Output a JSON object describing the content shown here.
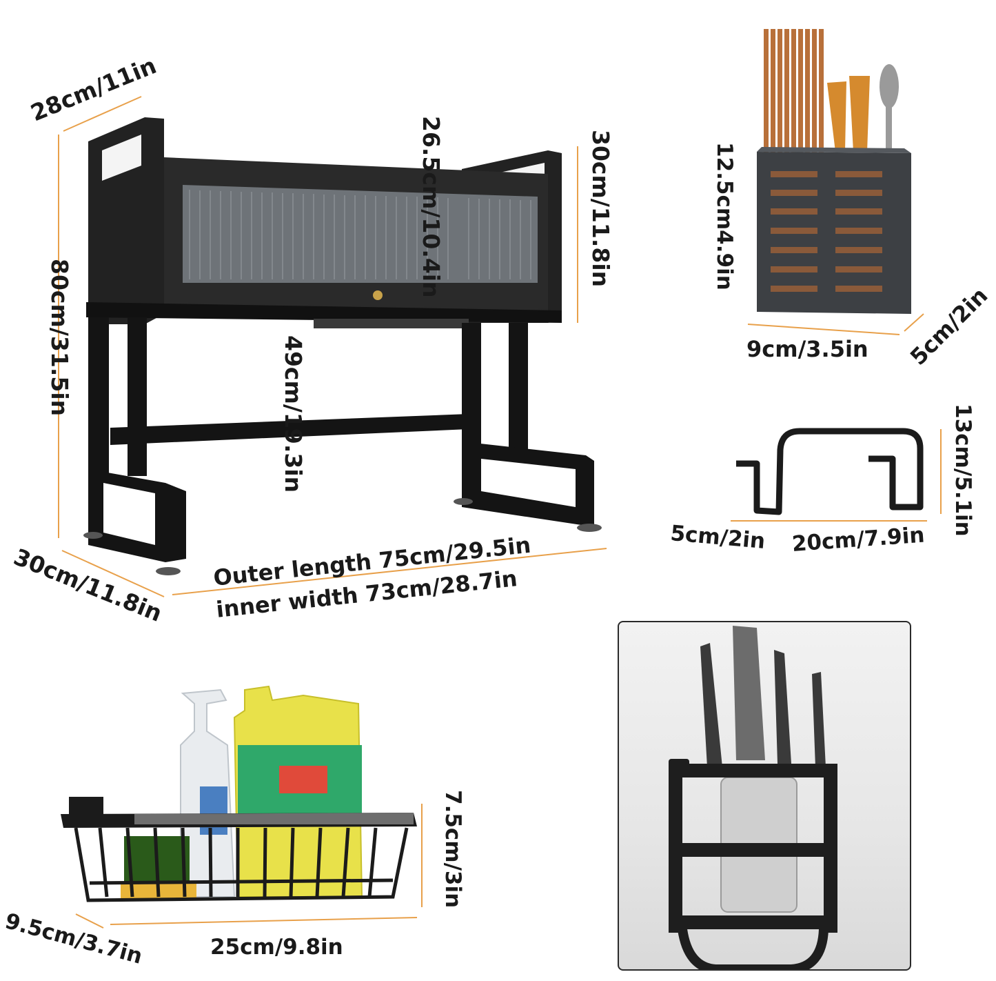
{
  "colors": {
    "dimension_line": "#e8a04a",
    "rack_black": "#1b1b1b",
    "text": "#1a1a1a"
  },
  "rack": {
    "depth_top": "28cm/11in",
    "height_total": "80cm/31.5in",
    "cabinet_inner_height": "26.5cm/10.4in",
    "cabinet_height": "30cm/11.8in",
    "clearance_height": "49cm/19.3in",
    "depth_bottom": "30cm/11.8in",
    "outer_length": "Outer length 75cm/29.5in",
    "inner_width": "inner width 73cm/28.7in"
  },
  "utensil_holder": {
    "height": "12.5cm4.9in",
    "width": "9cm/3.5in",
    "depth": "5cm/2in"
  },
  "hook": {
    "height": "13cm/5.1in",
    "hook_depth": "5cm/2in",
    "length": "20cm/7.9in"
  },
  "basket": {
    "height": "7.5cm/3in",
    "depth": "9.5cm/3.7in",
    "length": "25cm/9.8in"
  },
  "knife_block": {
    "icon": "knife-holder-icon"
  }
}
